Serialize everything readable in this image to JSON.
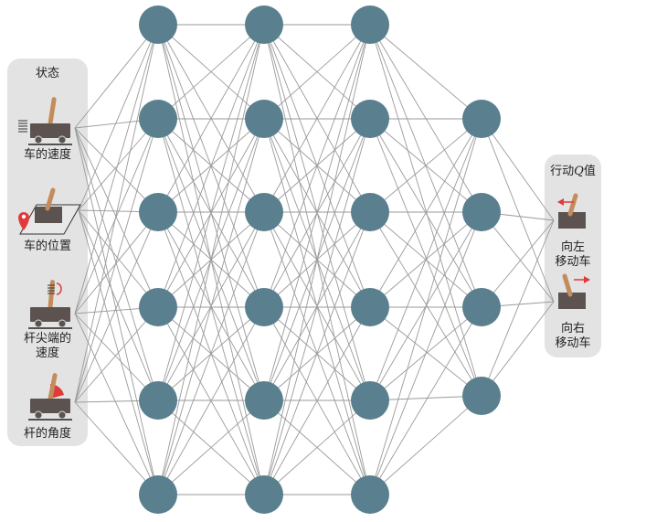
{
  "input_panel": {
    "title": "状态",
    "items": [
      {
        "label": "车的速度",
        "icon": "cart-speed-icon"
      },
      {
        "label": "车的位置",
        "icon": "cart-position-icon"
      },
      {
        "label": "杆尖端的\n速度",
        "icon": "pole-tip-speed-icon"
      },
      {
        "label": "杆的角度",
        "icon": "pole-angle-icon"
      }
    ]
  },
  "output_panel": {
    "title_prefix": "行动",
    "title_q": "Q",
    "title_suffix": "值",
    "items": [
      {
        "label": "向左\n移动车",
        "icon": "move-left-cart-icon"
      },
      {
        "label": "向右\n移动车",
        "icon": "move-right-cart-icon"
      }
    ]
  },
  "network": {
    "layer_sizes": [
      6,
      6,
      6,
      4
    ],
    "node_color": "#5a7f8e",
    "edge_color": "#9a9a9a"
  },
  "colors": {
    "panel_bg": "#e3e3e3",
    "cart_body": "#5c5350",
    "pole": "#c38c5a",
    "accent_red": "#e03a3a"
  }
}
